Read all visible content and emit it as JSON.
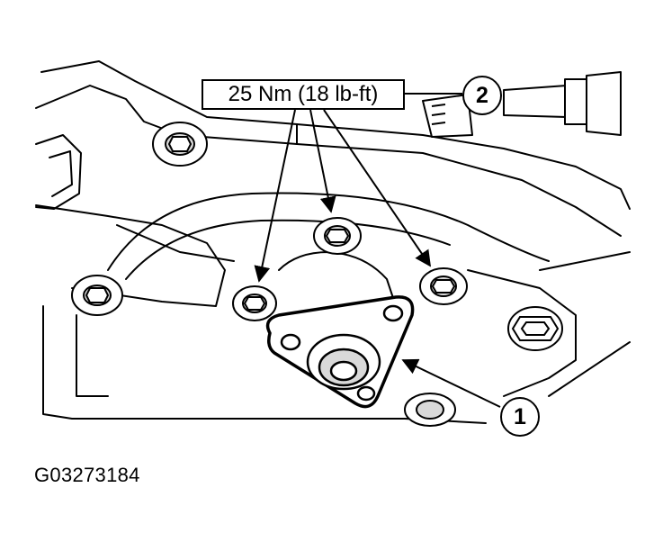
{
  "torque_label": "25 Nm (18 lb-ft)",
  "callouts": [
    {
      "number": "1"
    },
    {
      "number": "2"
    }
  ],
  "figure_id": "G03273184",
  "colors": {
    "line": "#000000",
    "background": "#ffffff",
    "shade": "#d9d9d9"
  }
}
